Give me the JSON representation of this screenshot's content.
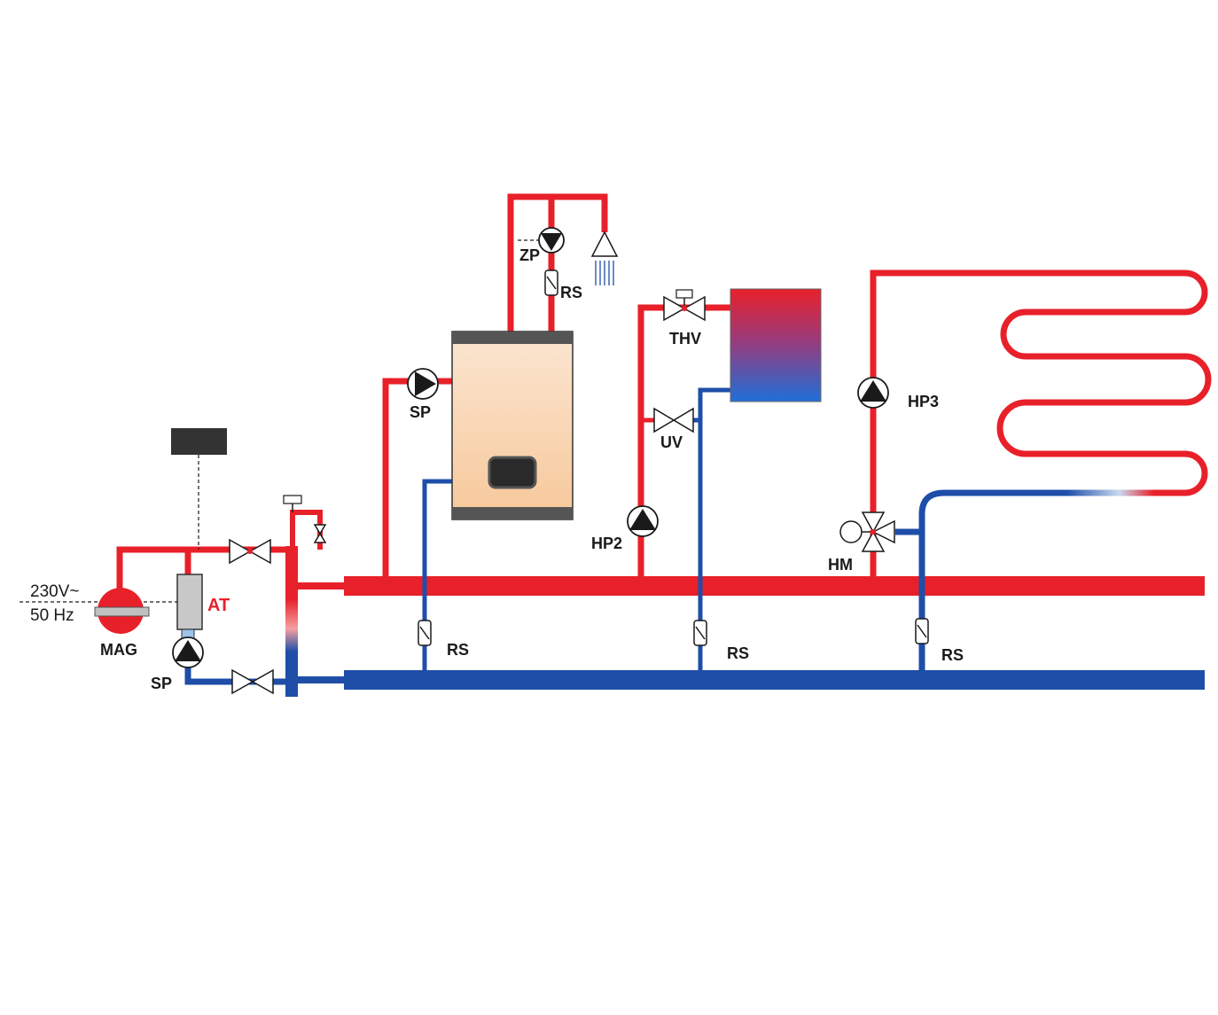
{
  "colors": {
    "hot": "#e8202a",
    "cold": "#1e4ea8",
    "label": "#1a1a1a",
    "accent_label": "#e8202a"
  },
  "labels": {
    "power_voltage": "230V~",
    "power_freq": "50 Hz",
    "mag": "MAG",
    "at": "AT",
    "sp_left": "SP",
    "sp_boiler": "SP",
    "zp": "ZP",
    "rs_top": "RS",
    "thv": "THV",
    "uv": "UV",
    "hp2": "HP2",
    "hp3": "HP3",
    "hm": "HM",
    "rs_1": "RS",
    "rs_2": "RS",
    "rs_3": "RS"
  },
  "icons": {
    "pump": "pump-icon",
    "valve": "gate-valve-icon",
    "check_valve": "check-valve-icon",
    "shower": "shower-icon",
    "mixer": "three-way-mixer-icon"
  }
}
